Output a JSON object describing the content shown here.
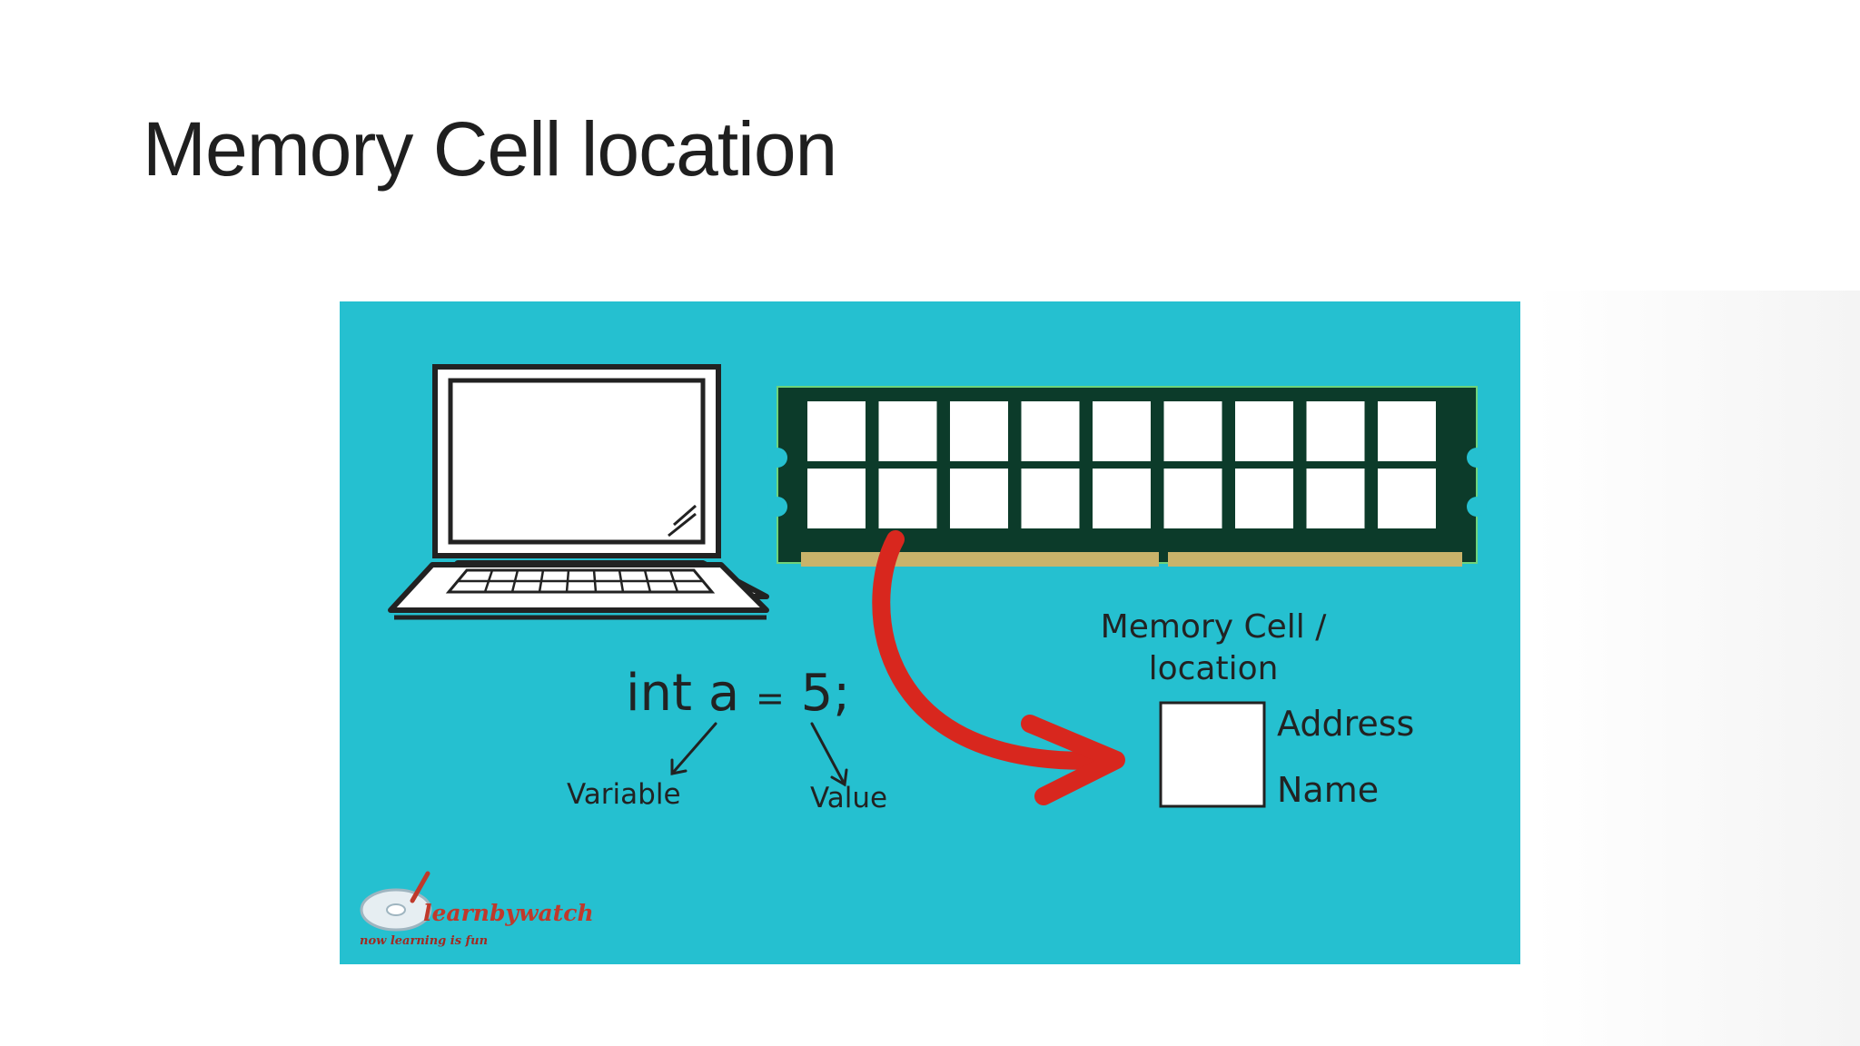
{
  "slide": {
    "title": "Memory Cell location"
  },
  "figure": {
    "code": {
      "keyword": "int",
      "variable": "a",
      "equals": "=",
      "value": "5;"
    },
    "code_labels": {
      "variable": "Variable",
      "value": "Value"
    },
    "cell_title_line1": "Memory Cell /",
    "cell_title_line2": "location",
    "cell_labels": {
      "address": "Address",
      "name": "Name"
    },
    "logo": {
      "name": "learnbywatch",
      "tagline": "now learning is fun"
    },
    "colors": {
      "background": "#25c0d0",
      "ram_board": "#0c3b2a",
      "arrow": "#d8271e",
      "pins": "#c9b36a"
    }
  }
}
